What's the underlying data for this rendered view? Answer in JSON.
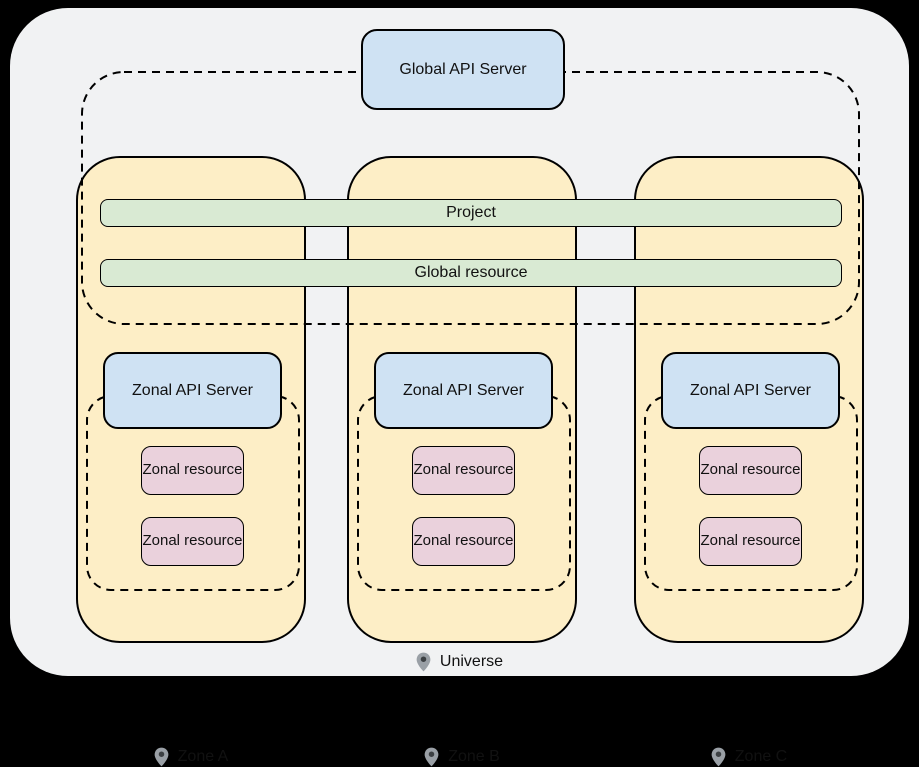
{
  "diagram": {
    "global_api_server_label": "Global API Server",
    "bars": {
      "project_label": "Project",
      "global_resource_label": "Global resource"
    },
    "zones": [
      {
        "name": "Zone A",
        "api_server_label": "Zonal API Server",
        "resources": [
          "Zonal resource",
          "Zonal resource"
        ]
      },
      {
        "name": "Zone B",
        "api_server_label": "Zonal API Server",
        "resources": [
          "Zonal resource",
          "Zonal resource"
        ]
      },
      {
        "name": "Zone C",
        "api_server_label": "Zonal API Server",
        "resources": [
          "Zonal resource",
          "Zonal resource"
        ]
      }
    ],
    "universe_label": "Universe",
    "colors": {
      "background": "#000000",
      "surface": "#f1f2f3",
      "zone_fill": "#fdeec6",
      "api_server_fill": "#cfe2f3",
      "resource_fill": "#ead1dc",
      "bar_fill": "#d9ead3",
      "stroke": "#000000",
      "pin_body": "#9aa0a6",
      "pin_dot": "#3c4043"
    }
  }
}
